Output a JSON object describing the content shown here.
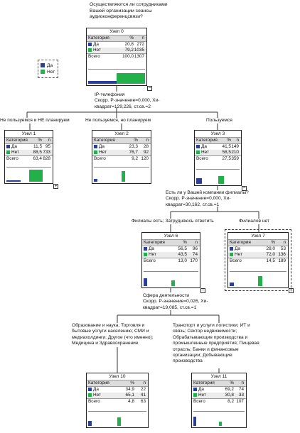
{
  "colors": {
    "yes": "#2a3e9c",
    "no": "#22b04a"
  },
  "question": "Осуществляются ли сотрудниками\nВашей организации сеансы\nаудиоконференцсвязи?",
  "legend": [
    {
      "label": "Да",
      "color": "#2a3e9c"
    },
    {
      "label": "Нет",
      "color": "#22b04a"
    }
  ],
  "headers": {
    "category": "Категория",
    "percent": "%",
    "n": "n",
    "total": "Всего"
  },
  "nodes": {
    "n0": {
      "title": "Узел 0",
      "yes_pct": "20,8",
      "yes_n": "272",
      "no_pct": "79,2",
      "no_n": "1035",
      "tot_pct": "100,0",
      "tot_n": "1307",
      "toggle": "−",
      "yes_share": 0.208,
      "bar_share": 1.0
    },
    "n1": {
      "title": "Узел 1",
      "yes_pct": "11,5",
      "yes_n": "95",
      "no_pct": "88,5",
      "no_n": "733",
      "tot_pct": "63,4",
      "tot_n": "828",
      "toggle": "+",
      "yes_share": 0.115,
      "bar_share": 0.634
    },
    "n2": {
      "title": "Узел 2",
      "yes_pct": "23,3",
      "yes_n": "28",
      "no_pct": "76,7",
      "no_n": "92",
      "tot_pct": "9,2",
      "tot_n": "120",
      "toggle": "",
      "yes_share": 0.233,
      "bar_share": 0.092
    },
    "n3": {
      "title": "Узел 3",
      "yes_pct": "41,5",
      "yes_n": "149",
      "no_pct": "58,5",
      "no_n": "210",
      "tot_pct": "27,5",
      "tot_n": "359",
      "toggle": "−",
      "yes_share": 0.415,
      "bar_share": 0.275
    },
    "n6": {
      "title": "Узел 6",
      "yes_pct": "56,5",
      "yes_n": "96",
      "no_pct": "43,5",
      "no_n": "74",
      "tot_pct": "13,0",
      "tot_n": "170",
      "toggle": "−",
      "yes_share": 0.565,
      "bar_share": 0.13
    },
    "n7": {
      "title": "Узел 7",
      "yes_pct": "28,0",
      "yes_n": "53",
      "no_pct": "72,0",
      "no_n": "136",
      "tot_pct": "14,5",
      "tot_n": "189",
      "toggle": "+",
      "yes_share": 0.28,
      "bar_share": 0.145
    },
    "n10": {
      "title": "Узел 10",
      "yes_pct": "34,9",
      "yes_n": "22",
      "no_pct": "65,1",
      "no_n": "41",
      "tot_pct": "4,8",
      "tot_n": "63",
      "toggle": "",
      "yes_share": 0.349,
      "bar_share": 0.048
    },
    "n11": {
      "title": "Узел 11",
      "yes_pct": "69,2",
      "yes_n": "74",
      "no_pct": "30,8",
      "no_n": "33",
      "tot_pct": "8,2",
      "tot_n": "107",
      "toggle": "",
      "yes_share": 0.692,
      "bar_share": 0.082
    }
  },
  "splits": {
    "s0": "IP-телефония\nСкорр. Р-значение=0,000, Хи-\nквадрат=129,226, ст.св.=2",
    "s3": "Есть ли у Вашей компании филиалы?\nСкорр. Р-значение=0,000, Хи-\nквадрат=30,162, ст.св.=1",
    "s6": "Сфера деятельности\nСкорр. Р-значение=0,026, Хи-\nквадрат=19,085, ст.св.=1"
  },
  "branches": {
    "b1": "Не пользуемся и НЕ планируем",
    "b2": "Не пользуемся, но планируем",
    "b3": "Пользуемся",
    "b6": "Филиалы есть; Затрудняюсь ответить",
    "b7": "Филиалов нет",
    "b10": "Образование и наука; Торговля и\nбытовые услуги населению; СМИ и\nмедиахолдинги; Другое (что именно);\nМедицина и Здравоохранение",
    "b11": "Транспорт и услуги логистики; ИТ и\nсвязь; Сектор недвижимости;\nОбрабатывающие производства и\nпромышленные предприятия; Пищевая\nотрасль; Банки и финансовые\nорганизации; Добывающие\nпроизводства"
  }
}
